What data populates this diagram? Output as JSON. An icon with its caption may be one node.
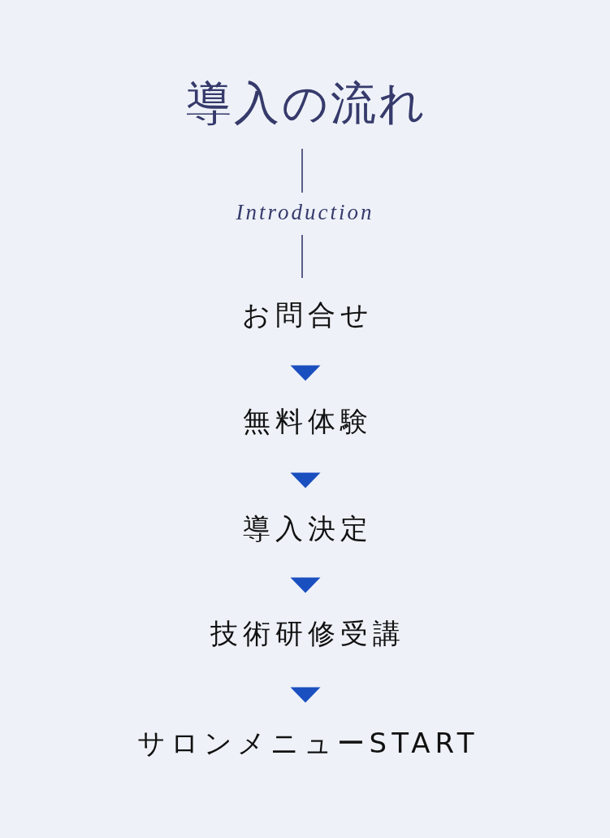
{
  "diagram": {
    "title": "導入の流れ",
    "nodes": [
      {
        "text": [
          "お問合せ"
        ]
      },
      {
        "text": [
          "無料体験"
        ]
      },
      {
        "text": [
          "導入決定"
        ]
      },
      {
        "text": [
          "技術研修受講"
        ]
      },
      {
        "text": [
          "サロンメニューSTART"
        ]
      }
    ],
    "edges": [
      {
        "from": 0,
        "to": 1,
        "arrow": "to"
      },
      {
        "from": 1,
        "to": 2,
        "arrow": "to"
      },
      {
        "from": 2,
        "to": 3,
        "arrow": "to"
      },
      {
        "from": 3,
        "to": 4,
        "arrow": "to"
      }
    ],
    "labels": [
      "Introduction"
    ]
  }
}
